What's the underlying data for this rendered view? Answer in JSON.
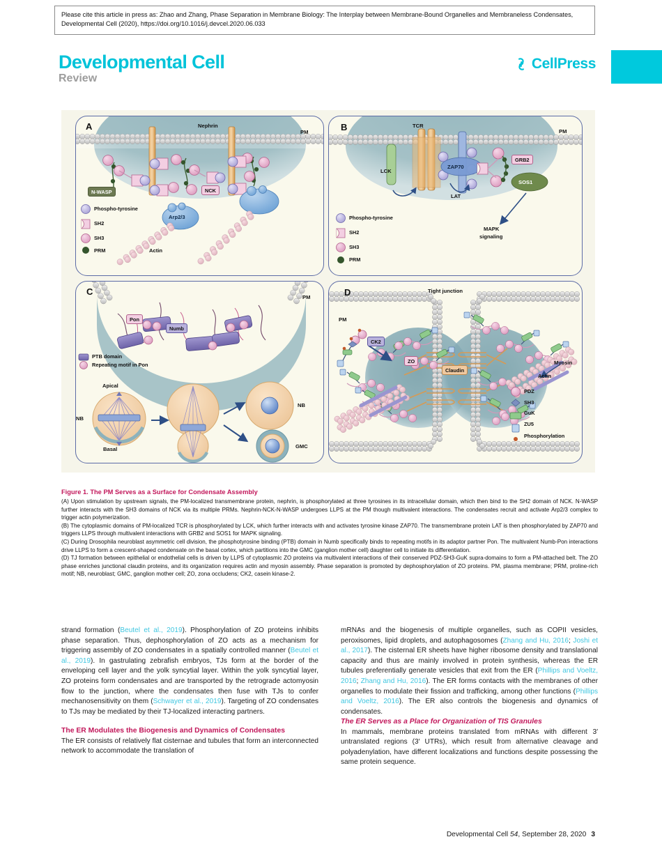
{
  "cite_banner": "Please cite this article in press as: Zhao and Zhang, Phase Separation in Membrane Biology: The Interplay between Membrane-Bound Organelles and Membraneless Condensates, Developmental Cell (2020), https://doi.org/10.1016/j.devcel.2020.06.033",
  "masthead": {
    "journal": "Developmental Cell",
    "article_type": "Review",
    "publisher": "CellPress",
    "brand_color": "#00c3d9"
  },
  "figure": {
    "panels": {
      "A": {
        "label": "A",
        "annotations": [
          "Nephrin",
          "PM",
          "N-WASP",
          "NCK",
          "Arp2/3",
          "Actin"
        ],
        "legend": [
          "Phospho-tyrosine",
          "SH2",
          "SH3",
          "PRM"
        ]
      },
      "B": {
        "label": "B",
        "annotations": [
          "TCR",
          "PM",
          "LCK",
          "ZAP70",
          "GRB2",
          "SOS1",
          "LAT",
          "MAPK",
          "signaling"
        ],
        "legend": [
          "Phospho-tyrosine",
          "SH2",
          "SH3",
          "PRM"
        ]
      },
      "C": {
        "label": "C",
        "annotations": [
          "PM",
          "Pon",
          "Numb",
          "Apical",
          "Basal",
          "NB",
          "NB",
          "GMC"
        ],
        "legend": [
          "PTB domain",
          "Repeating motif in Pon"
        ]
      },
      "D": {
        "label": "D",
        "annotations": [
          "Tight junction",
          "PM",
          "CK2",
          "ZO",
          "Claudin",
          "Myosin",
          "Actin"
        ],
        "legend": [
          "PDZ",
          "SH3",
          "GuK",
          "ZU5",
          "Phosphorylation"
        ]
      }
    },
    "caption_title": "Figure 1.  The PM Serves as a Surface for Condensate Assembly",
    "caption_paragraphs": [
      "(A) Upon stimulation by upstream signals, the PM-localized transmembrane protein, nephrin, is phosphorylated at three tyrosines in its intracellular domain, which then bind to the SH2 domain of NCK. N-WASP further interacts with the SH3 domains of NCK via its multiple PRMs. Nephrin-NCK-N-WASP undergoes LLPS at the PM though multivalent interactions. The condensates recruit and activate Arp2/3 complex to trigger actin polymerization.",
      "(B) The cytoplasmic domains of PM-localized TCR is phosphorylated by LCK, which further interacts with and activates tyrosine kinase ZAP70. The transmembrane protein LAT is then phosphorylated by ZAP70 and triggers LLPS through multivalent interactions with GRB2 and SOS1 for MAPK signaling.",
      "(C) During Drosophila neuroblast asymmetric cell division, the phosphotyrosine binding (PTB) domain in Numb specifically binds to repeating motifs in its adaptor partner Pon. The multivalent Numb-Pon interactions drive LLPS to form a crescent-shaped condensate on the basal cortex, which partitions into the GMC (ganglion mother cell) daughter cell to initiate its differentiation.",
      "(D) TJ formation between epithelial or endothelial cells is driven by LLPS of cytoplasmic ZO proteins via multivalent interactions of their conserved PDZ-SH3-GuK supra-domains to form a PM-attached belt. The ZO phase enriches junctional claudin proteins, and its organization requires actin and myosin assembly. Phase separation is promoted by dephosphorylation of ZO proteins. PM, plasma membrane; PRM, proline-rich motif; NB, neuroblast; GMC, ganglion mother cell; ZO, zona occludens; CK2, casein kinase-2."
    ]
  },
  "body": {
    "left_column": {
      "paragraph_1_parts": [
        {
          "t": "strand formation (",
          "ref": false
        },
        {
          "t": "Beutel et al., 2019",
          "ref": true
        },
        {
          "t": "). Phosphorylation of ZO proteins inhibits phase separation. Thus, dephosphorylation of ZO acts as a mechanism for triggering assembly of ZO condensates in a spatially controlled manner (",
          "ref": false
        },
        {
          "t": "Beutel et al., 2019",
          "ref": true
        },
        {
          "t": "). In gastrulating zebrafish embryos, TJs form at the border of the enveloping cell layer and the yolk syncytial layer. Within the yolk syncytial layer, ZO proteins form condensates and are transported by the retrograde actomyosin flow to the junction, where the condensates then fuse with TJs to confer mechanosensitivity on them (",
          "ref": false
        },
        {
          "t": "Schwayer et al., 2019",
          "ref": true
        },
        {
          "t": "). Targeting of ZO condensates to TJs may be mediated by their TJ-localized interacting partners.",
          "ref": false
        }
      ],
      "heading": "The ER Modulates the Biogenesis and Dynamics of Condensates",
      "paragraph_2": "The ER consists of relatively flat cisternae and tubules that form an interconnected network to accommodate the translation of"
    },
    "right_column": {
      "paragraph_1_parts": [
        {
          "t": "mRNAs and the biogenesis of multiple organelles, such as COPII vesicles, peroxisomes, lipid droplets, and autophagosomes (",
          "ref": false
        },
        {
          "t": "Zhang and Hu, 2016",
          "ref": true
        },
        {
          "t": "; ",
          "ref": false
        },
        {
          "t": "Joshi et al., 2017",
          "ref": true
        },
        {
          "t": "). The cisternal ER sheets have higher ribosome density and translational capacity and thus are mainly involved in protein synthesis, whereas the ER tubules preferentially generate vesicles that exit from the ER (",
          "ref": false
        },
        {
          "t": "Phillips and Voeltz, 2016",
          "ref": true
        },
        {
          "t": "; ",
          "ref": false
        },
        {
          "t": "Zhang and Hu, 2016",
          "ref": true
        },
        {
          "t": "). The ER forms contacts with the membranes of other organelles to modulate their fission and trafficking, among other functions (",
          "ref": false
        },
        {
          "t": "Phillips and Voeltz, 2016",
          "ref": true
        },
        {
          "t": "). The ER also controls the biogenesis and dynamics of condensates.",
          "ref": false
        }
      ],
      "heading": "The ER Serves as a Place for Organization of TIS Granules",
      "paragraph_2": "In mammals, membrane proteins translated from mRNAs with different 3′ untranslated regions (3′ UTRs), which result from alternative cleavage and polyadenylation, have different localizations and functions despite possessing the same protein sequence."
    }
  },
  "footer": {
    "journal": "Developmental Cell",
    "volume": "54",
    "date": ", September 28, 2020",
    "page": "3"
  }
}
